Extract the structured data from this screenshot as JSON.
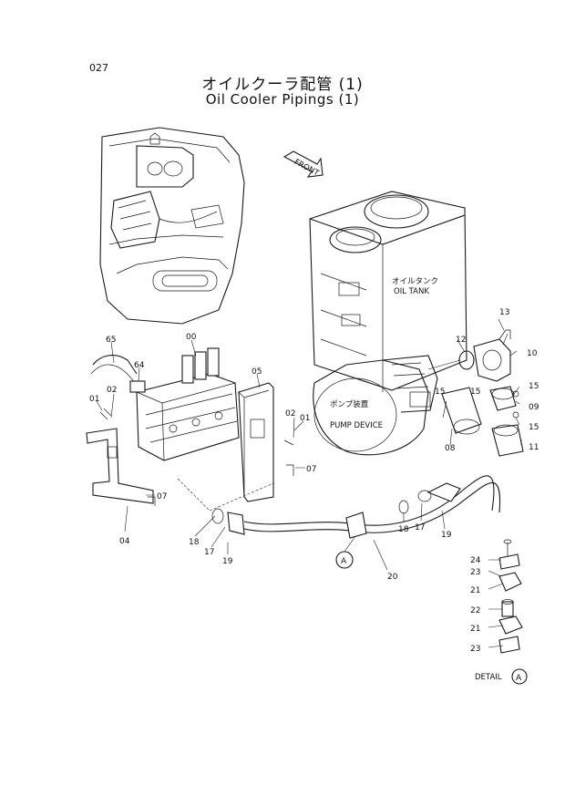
{
  "page_code": "027",
  "title_jp": "オイルクーラ配管 (1)",
  "title_en": "Oil Cooler Pipings (1)",
  "front_label": "FRONT",
  "oil_tank_jp": "オイルタンク",
  "oil_tank_en": "OIL TANK",
  "pump_jp": "ポンプ装置",
  "pump_en": "PUMP DEVICE",
  "detail_label": "DETAIL",
  "detail_ref": "A",
  "callout_a": "A",
  "part_numbers": {
    "p13": "13",
    "p10": "10",
    "p12": "12",
    "p15a": "15",
    "p15b": "15",
    "p15c": "15",
    "p09": "09",
    "p11": "11",
    "p08": "08",
    "p00": "00",
    "p65": "65",
    "p64": "64",
    "p01a": "01",
    "p02a": "02",
    "p05": "05",
    "p02b": "02",
    "p01b": "01",
    "p07a": "07",
    "p07b": "07",
    "p04": "04",
    "p18a": "18",
    "p17a": "17",
    "p19a": "19",
    "p17b": "17",
    "p18b": "18",
    "p19b": "19",
    "p20": "20",
    "p24": "24",
    "p23a": "23",
    "p21a": "21",
    "p22": "22",
    "p21b": "21",
    "p23b": "23"
  }
}
